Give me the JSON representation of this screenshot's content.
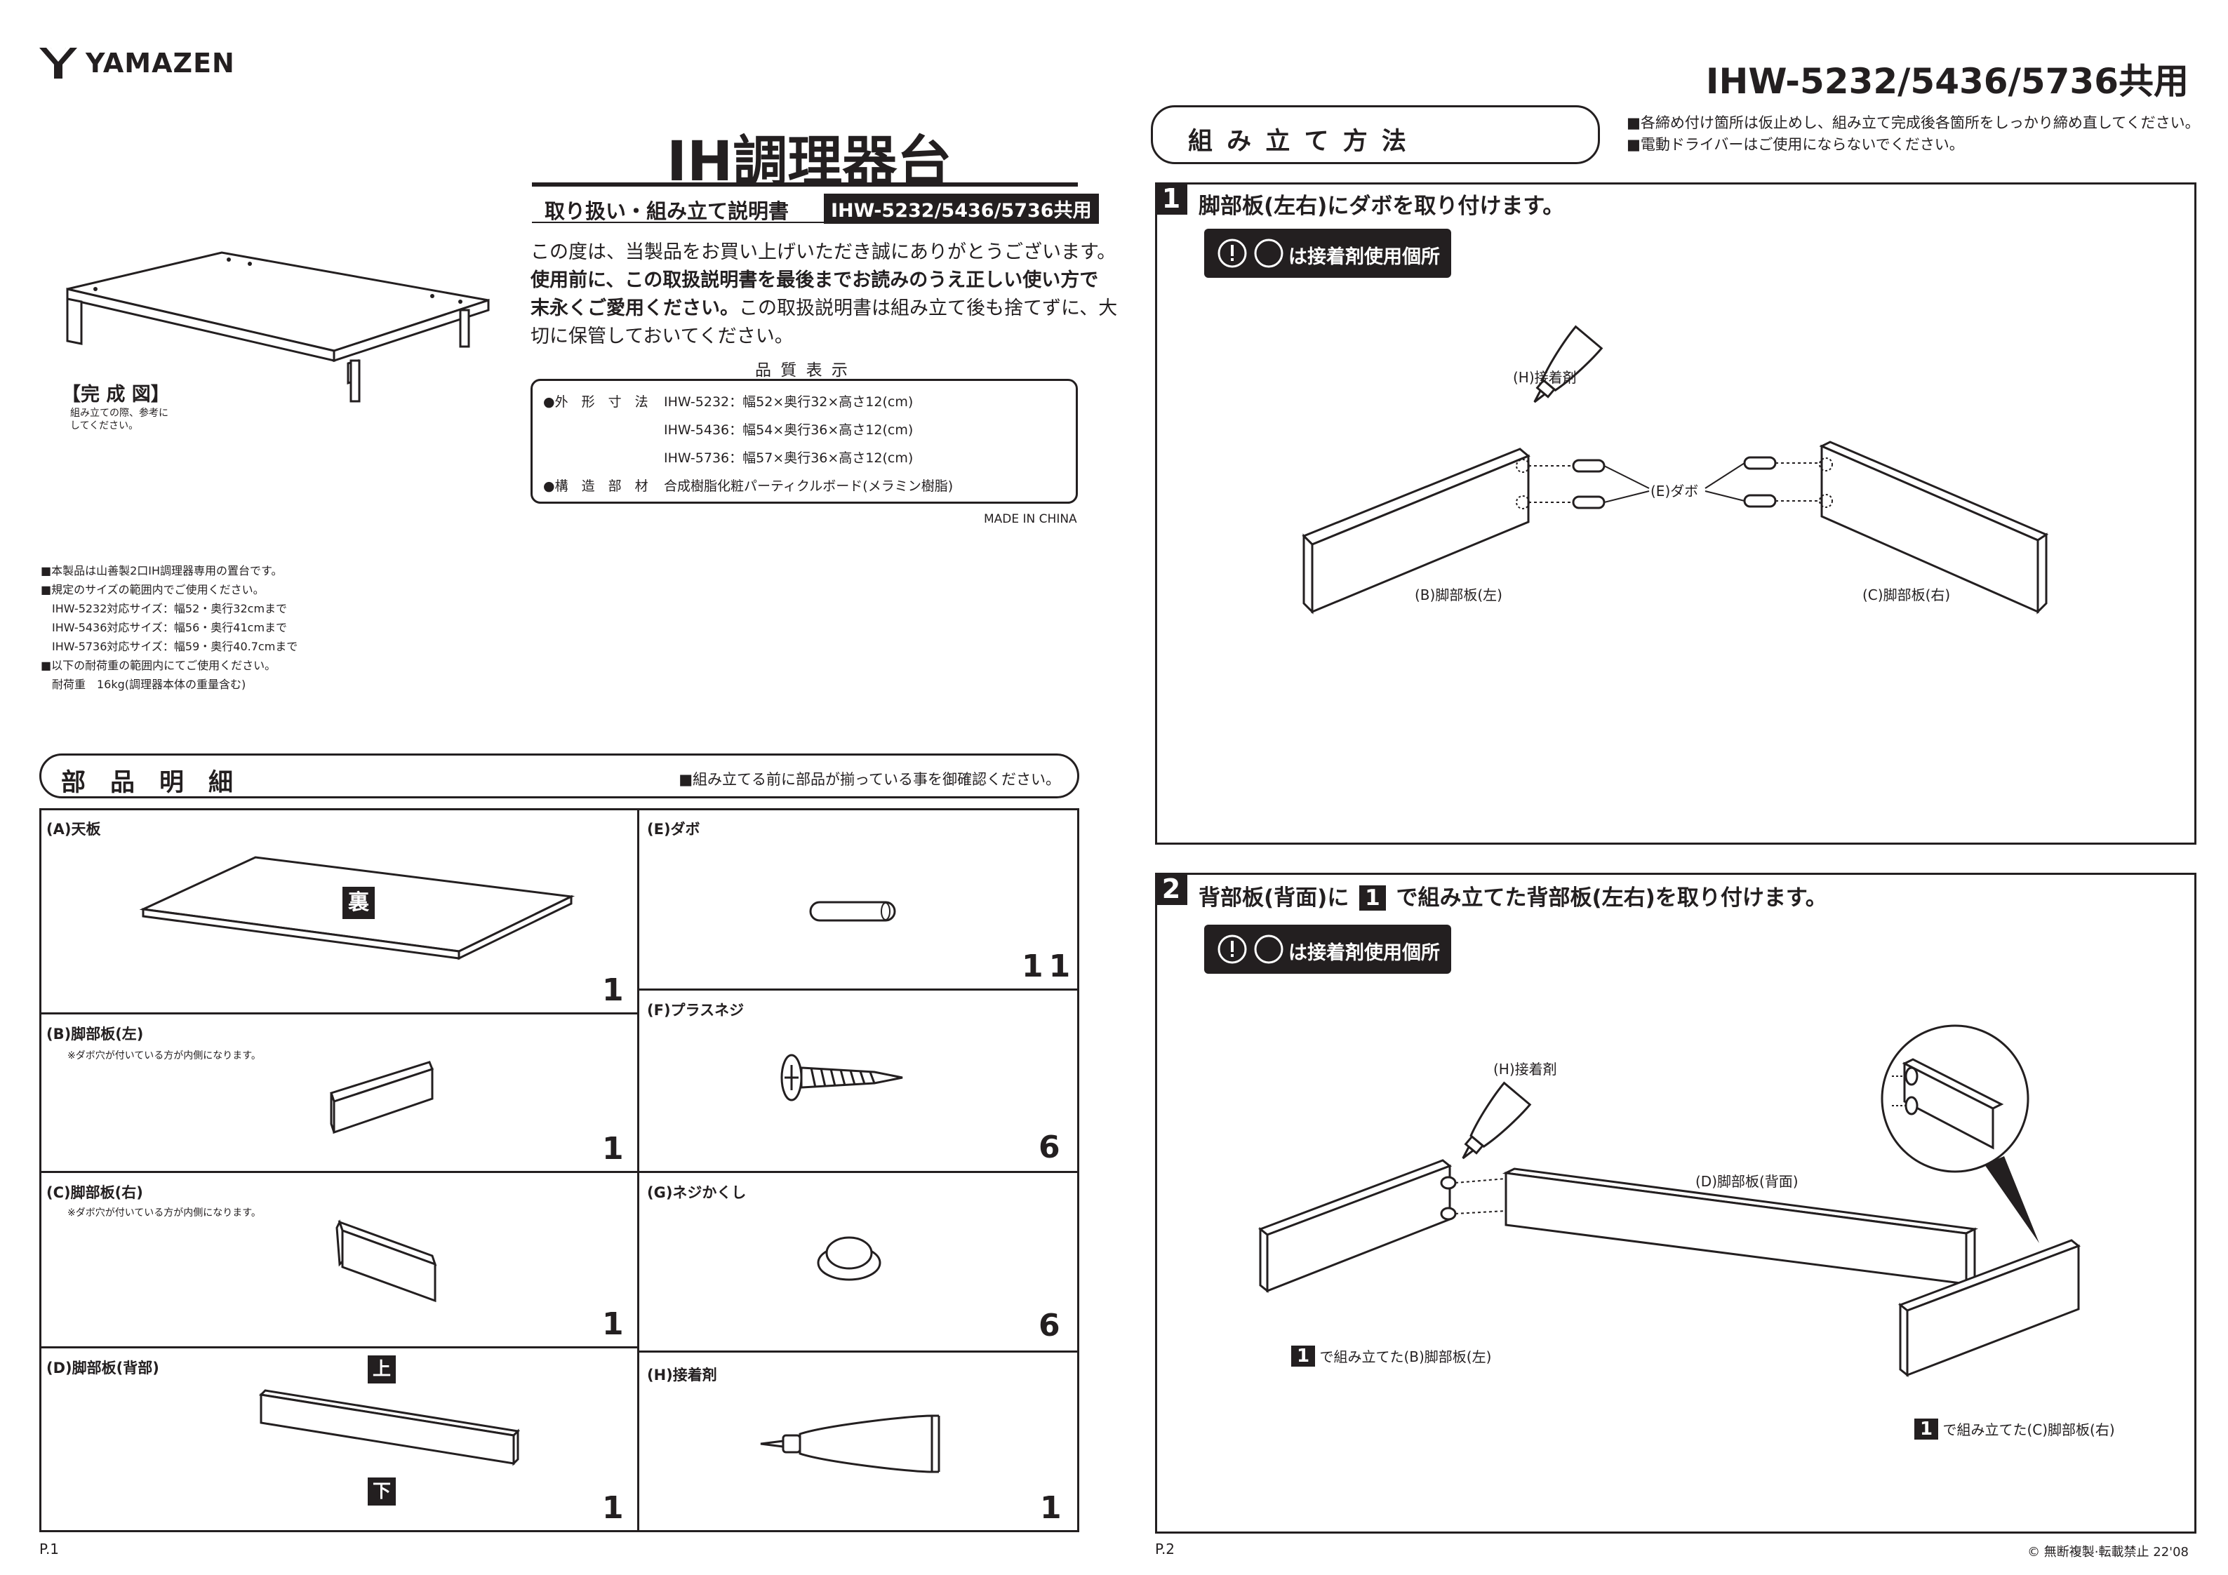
{
  "brand": {
    "logo_text": "YAMAZEN",
    "model_header": "IHW-5232/5436/5736共用"
  },
  "cover": {
    "title": "IH調理器台",
    "subtitle": "取り扱い・組み立て説明書",
    "model_badge": "IHW-5232/5436/5736共用",
    "intro_lines": [
      "この度は、当製品をお買い上げいただき誠にありがとうございます。",
      "使用前に、この取扱説明書を最後までお読みのうえ正しい使い方で",
      "末永くご愛用ください。",
      "この取扱説明書は組み立て後も捨てずに、大",
      "切に保管しておいてください。"
    ],
    "completed_label": "【完 成 図】",
    "completed_note": [
      "組み立ての際、参考に",
      "してください。"
    ]
  },
  "quality": {
    "heading": "品 質 表 示",
    "size_label": "●外　形　寸　法",
    "sizes": [
      "IHW-5232：幅52×奥行32×高さ12(cm)",
      "IHW-5436：幅54×奥行36×高さ12(cm)",
      "IHW-5736：幅57×奥行36×高さ12(cm)"
    ],
    "material_label": "●構　造　部　材",
    "material": "合成樹脂化粧パーティクルボード(メラミン樹脂)",
    "made_in": "MADE IN CHINA"
  },
  "usage_notes": [
    "■本製品は山善製2口IH調理器専用の置台です。",
    "■規定のサイズの範囲内でご使用ください。",
    "　IHW-5232対応サイズ：幅52・奥行32cmまで",
    "　IHW-5436対応サイズ：幅56・奥行41cmまで",
    "　IHW-5736対応サイズ：幅59・奥行40.7cmまで",
    "■以下の耐荷重の範囲内にてご使用ください。",
    "　耐荷重　16kg(調理器本体の重量含む)"
  ],
  "parts": {
    "title": "部　品　明　細",
    "note": "■組み立てる前に部品が揃っている事を御確認ください。",
    "items": [
      {
        "label": "(A)天板",
        "note": "",
        "qty": "1",
        "mark": "裏"
      },
      {
        "label": "(B)脚部板(左)",
        "note": "※ダボ穴が付いている方が内側になります。",
        "qty": "1"
      },
      {
        "label": "(C)脚部板(右)",
        "note": "※ダボ穴が付いている方が内側になります。",
        "qty": "1"
      },
      {
        "label": "(D)脚部板(背部)",
        "note": "",
        "qty": "1",
        "mark_top": "上",
        "mark_bottom": "下"
      },
      {
        "label": "(E)ダボ",
        "qty": "11"
      },
      {
        "label": "(F)プラスネジ",
        "qty": "6"
      },
      {
        "label": "(G)ネジかくし",
        "qty": "6"
      },
      {
        "label": "(H)接着剤",
        "qty": "1"
      }
    ]
  },
  "assembly": {
    "title": "組 み 立 て 方 法",
    "notes": [
      "■各締め付け箇所は仮止めし、組み立て完成後各箇所をしっかり締め直してください。",
      "■電動ドライバーはご使用にならないでください。"
    ],
    "glue_badge": "は接着剤使用個所",
    "step1": {
      "num": "1",
      "title": "脚部板(左右)にダボを取り付けます。",
      "labels": {
        "glue": "(H)接着剤",
        "dowel": "(E)ダボ",
        "left": "(B)脚部板(左)",
        "right": "(C)脚部板(右)"
      }
    },
    "step2": {
      "num": "2",
      "title_a": "背部板(背面)に",
      "title_num": "1",
      "title_b": "で組み立てた背部板(左右)を取り付けます。",
      "labels": {
        "glue": "(H)接着剤",
        "back": "(D)脚部板(背面)",
        "left": "で組み立てた(B)脚部板(左)",
        "right": "で組み立てた(C)脚部板(右)"
      }
    }
  },
  "footer": {
    "page1": "P.1",
    "page2": "P.2",
    "copyright": "© 無断複製·転載禁止 22'08"
  }
}
